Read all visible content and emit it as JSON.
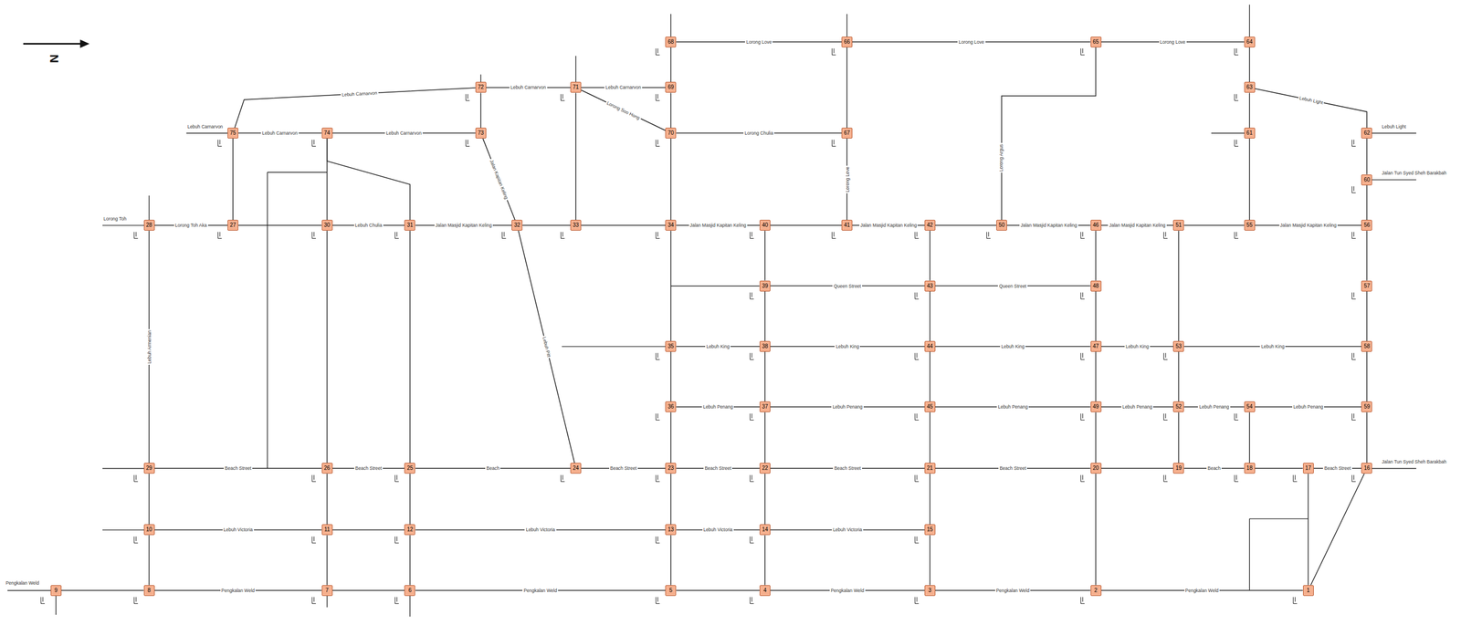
{
  "diagram": {
    "nodes": [
      {
        "text": [
          "68"
        ]
      },
      {
        "text": [
          "66"
        ]
      },
      {
        "text": [
          "65"
        ]
      },
      {
        "text": [
          "64"
        ]
      },
      {
        "text": [
          "72"
        ]
      },
      {
        "text": [
          "71"
        ]
      },
      {
        "text": [
          "69"
        ]
      },
      {
        "text": [
          "63"
        ]
      },
      {
        "text": [
          "75"
        ]
      },
      {
        "text": [
          "74"
        ]
      },
      {
        "text": [
          "73"
        ]
      },
      {
        "text": [
          "70"
        ]
      },
      {
        "text": [
          "67"
        ]
      },
      {
        "text": [
          "61"
        ]
      },
      {
        "text": [
          "62"
        ]
      },
      {
        "text": [
          "60"
        ]
      },
      {
        "text": [
          "28"
        ]
      },
      {
        "text": [
          "27"
        ]
      },
      {
        "text": [
          "30"
        ]
      },
      {
        "text": [
          "31"
        ]
      },
      {
        "text": [
          "32"
        ]
      },
      {
        "text": [
          "33"
        ]
      },
      {
        "text": [
          "34"
        ]
      },
      {
        "text": [
          "40"
        ]
      },
      {
        "text": [
          "41"
        ]
      },
      {
        "text": [
          "42"
        ]
      },
      {
        "text": [
          "50"
        ]
      },
      {
        "text": [
          "46"
        ]
      },
      {
        "text": [
          "51"
        ]
      },
      {
        "text": [
          "55"
        ]
      },
      {
        "text": [
          "56"
        ]
      },
      {
        "text": [
          "39"
        ]
      },
      {
        "text": [
          "43"
        ]
      },
      {
        "text": [
          "48"
        ]
      },
      {
        "text": [
          "57"
        ]
      },
      {
        "text": [
          "35"
        ]
      },
      {
        "text": [
          "38"
        ]
      },
      {
        "text": [
          "44"
        ]
      },
      {
        "text": [
          "47"
        ]
      },
      {
        "text": [
          "53"
        ]
      },
      {
        "text": [
          "58"
        ]
      },
      {
        "text": [
          "36"
        ]
      },
      {
        "text": [
          "37"
        ]
      },
      {
        "text": [
          "45"
        ]
      },
      {
        "text": [
          "49"
        ]
      },
      {
        "text": [
          "52"
        ]
      },
      {
        "text": [
          "54"
        ]
      },
      {
        "text": [
          "59"
        ]
      },
      {
        "text": [
          "29"
        ]
      },
      {
        "text": [
          "26"
        ]
      },
      {
        "text": [
          "25"
        ]
      },
      {
        "text": [
          "24"
        ]
      },
      {
        "text": [
          "23"
        ]
      },
      {
        "text": [
          "22"
        ]
      },
      {
        "text": [
          "21"
        ]
      },
      {
        "text": [
          "20"
        ]
      },
      {
        "text": [
          "19"
        ]
      },
      {
        "text": [
          "18"
        ]
      },
      {
        "text": [
          "17"
        ]
      },
      {
        "text": [
          "16"
        ]
      },
      {
        "text": [
          "10"
        ]
      },
      {
        "text": [
          "11"
        ]
      },
      {
        "text": [
          "12"
        ]
      },
      {
        "text": [
          "13"
        ]
      },
      {
        "text": [
          "14"
        ]
      },
      {
        "text": [
          "15"
        ]
      },
      {
        "text": [
          "9"
        ]
      },
      {
        "text": [
          "8"
        ]
      },
      {
        "text": [
          "7"
        ]
      },
      {
        "text": [
          "6"
        ]
      },
      {
        "text": [
          "5"
        ]
      },
      {
        "text": [
          "4"
        ]
      },
      {
        "text": [
          "3"
        ]
      },
      {
        "text": [
          "2"
        ]
      },
      {
        "text": [
          "1"
        ]
      }
    ],
    "edges": [
      {
        "from": 0,
        "to": 1,
        "arrow": "none",
        "label": "Lorong Love"
      },
      {
        "from": 1,
        "to": 2,
        "arrow": "none",
        "label": "Lorong Love"
      },
      {
        "from": 2,
        "to": 3,
        "arrow": "none",
        "label": "Lorong Love"
      },
      {
        "from": 4,
        "to": 5,
        "arrow": "none",
        "label": "Lebuh Carnarvon"
      },
      {
        "from": 5,
        "to": 6,
        "arrow": "none",
        "label": "Lebuh Carnarvon"
      },
      {
        "from": 7,
        "to": 14,
        "arrow": "none",
        "label": "Lebuh Light"
      },
      {
        "from": 8,
        "to": 4,
        "arrow": "none",
        "label": "Lebuh Carnarvon"
      },
      {
        "from": 8,
        "to": 9,
        "arrow": "none",
        "label": "Lebuh Carnarvon"
      },
      {
        "from": 9,
        "to": 10,
        "arrow": "none",
        "label": "Lebuh Carnarvon"
      },
      {
        "from": 11,
        "to": 12,
        "arrow": "none",
        "label": "Lorong Chulia"
      },
      {
        "from": 5,
        "to": 11,
        "arrow": "none",
        "label": "Lorong Soo Hong"
      },
      {
        "from": 16,
        "to": 17,
        "arrow": "none",
        "label": "Lorong Toh Aka"
      },
      {
        "from": 17,
        "to": 18,
        "arrow": "none"
      },
      {
        "from": 18,
        "to": 19,
        "arrow": "none",
        "label": "Lebuh Chulia"
      },
      {
        "from": 19,
        "to": 20,
        "arrow": "none",
        "label": "Jalan Masjid Kapitan Keling"
      },
      {
        "from": 20,
        "to": 21,
        "arrow": "none"
      },
      {
        "from": 21,
        "to": 22,
        "arrow": "none"
      },
      {
        "from": 22,
        "to": 23,
        "arrow": "none",
        "label": "Jalan Masjid Kapitan Keling"
      },
      {
        "from": 23,
        "to": 24,
        "arrow": "none"
      },
      {
        "from": 24,
        "to": 25,
        "arrow": "none",
        "label": "Jalan Masjid Kapitan Keling"
      },
      {
        "from": 25,
        "to": 26,
        "arrow": "none"
      },
      {
        "from": 26,
        "to": 27,
        "arrow": "none",
        "label": "Jalan Masjid Kapitan Keling"
      },
      {
        "from": 27,
        "to": 28,
        "arrow": "none",
        "label": "Jalan Masjid Kapitan Keling"
      },
      {
        "from": 28,
        "to": 29,
        "arrow": "none"
      },
      {
        "from": 29,
        "to": 30,
        "arrow": "none",
        "label": "Jalan Masjid Kapitan Keling"
      },
      {
        "from": 31,
        "to": 32,
        "arrow": "none",
        "label": "Queen Street"
      },
      {
        "from": 32,
        "to": 33,
        "arrow": "none",
        "label": "Queen Street"
      },
      {
        "from": 35,
        "to": 36,
        "arrow": "none",
        "label": "Lebuh King"
      },
      {
        "from": 36,
        "to": 37,
        "arrow": "none",
        "label": "Lebuh King"
      },
      {
        "from": 37,
        "to": 38,
        "arrow": "none",
        "label": "Lebuh King"
      },
      {
        "from": 38,
        "to": 39,
        "arrow": "none",
        "label": "Lebuh King"
      },
      {
        "from": 39,
        "to": 40,
        "arrow": "none",
        "label": "Lebuh King"
      },
      {
        "from": 41,
        "to": 42,
        "arrow": "none",
        "label": "Lebuh Penang"
      },
      {
        "from": 42,
        "to": 43,
        "arrow": "none",
        "label": "Lebuh Penang"
      },
      {
        "from": 43,
        "to": 44,
        "arrow": "none",
        "label": "Lebuh Penang"
      },
      {
        "from": 44,
        "to": 45,
        "arrow": "none",
        "label": "Lebuh Penang"
      },
      {
        "from": 45,
        "to": 46,
        "arrow": "none",
        "label": "Lebuh Penang"
      },
      {
        "from": 46,
        "to": 47,
        "arrow": "none",
        "label": "Lebuh Penang"
      },
      {
        "from": 48,
        "to": 49,
        "arrow": "none",
        "label": "Beach Street"
      },
      {
        "from": 49,
        "to": 50,
        "arrow": "none",
        "label": "Beach Street"
      },
      {
        "from": 50,
        "to": 51,
        "arrow": "none",
        "label": "Beach"
      },
      {
        "from": 51,
        "to": 52,
        "arrow": "none",
        "label": "Beach Street"
      },
      {
        "from": 52,
        "to": 53,
        "arrow": "none",
        "label": "Beach Street"
      },
      {
        "from": 53,
        "to": 54,
        "arrow": "none",
        "label": "Beach Street"
      },
      {
        "from": 54,
        "to": 55,
        "arrow": "none",
        "label": "Beach Street"
      },
      {
        "from": 55,
        "to": 56,
        "arrow": "none"
      },
      {
        "from": 56,
        "to": 57,
        "arrow": "none",
        "label": "Beach"
      },
      {
        "from": 57,
        "to": 58,
        "arrow": "none"
      },
      {
        "from": 58,
        "to": 59,
        "arrow": "none",
        "label": "Beach Street"
      },
      {
        "from": 60,
        "to": 61,
        "arrow": "none",
        "label": "Lebuh Victoria"
      },
      {
        "from": 61,
        "to": 62,
        "arrow": "none"
      },
      {
        "from": 62,
        "to": 63,
        "arrow": "none",
        "label": "Lebuh Victoria"
      },
      {
        "from": 63,
        "to": 64,
        "arrow": "none",
        "label": "Lebuh Victoria"
      },
      {
        "from": 64,
        "to": 65,
        "arrow": "none",
        "label": "Lebuh Victoria"
      },
      {
        "from": 66,
        "to": 67,
        "arrow": "none"
      },
      {
        "from": 67,
        "to": 68,
        "arrow": "none",
        "label": "Pengkalan Weld"
      },
      {
        "from": 68,
        "to": 69,
        "arrow": "none"
      },
      {
        "from": 69,
        "to": 70,
        "arrow": "none",
        "label": "Pengkalan Weld"
      },
      {
        "from": 70,
        "to": 71,
        "arrow": "none"
      },
      {
        "from": 71,
        "to": 72,
        "arrow": "none",
        "label": "Pengkalan Weld"
      },
      {
        "from": 72,
        "to": 73,
        "arrow": "none",
        "label": "Pengkalan Weld"
      },
      {
        "from": 73,
        "to": 74,
        "arrow": "none",
        "label": "Pengkalan Weld"
      },
      {
        "from": 16,
        "to": 48,
        "arrow": "none",
        "label": "Lebuh Armenian"
      },
      {
        "from": 48,
        "to": 60,
        "arrow": "none"
      },
      {
        "from": 60,
        "to": 67,
        "arrow": "none"
      },
      {
        "from": 8,
        "to": 17,
        "arrow": "none"
      },
      {
        "from": 9,
        "to": 18,
        "arrow": "none"
      },
      {
        "from": 18,
        "to": 49,
        "arrow": "none"
      },
      {
        "from": 49,
        "to": 61,
        "arrow": "none"
      },
      {
        "from": 61,
        "to": 68,
        "arrow": "none"
      },
      {
        "from": 9,
        "to": 19,
        "arrow": "none"
      },
      {
        "from": 19,
        "to": 50,
        "arrow": "none"
      },
      {
        "from": 50,
        "to": 62,
        "arrow": "none"
      },
      {
        "from": 62,
        "to": 69,
        "arrow": "none"
      },
      {
        "from": 4,
        "to": 10,
        "arrow": "none"
      },
      {
        "from": 5,
        "to": 21,
        "arrow": "none"
      },
      {
        "from": 0,
        "to": 6,
        "arrow": "none"
      },
      {
        "from": 6,
        "to": 11,
        "arrow": "none"
      },
      {
        "from": 11,
        "to": 22,
        "arrow": "none"
      },
      {
        "from": 22,
        "to": 35,
        "arrow": "none"
      },
      {
        "from": 35,
        "to": 41,
        "arrow": "none"
      },
      {
        "from": 41,
        "to": 52,
        "arrow": "none"
      },
      {
        "from": 52,
        "to": 63,
        "arrow": "none"
      },
      {
        "from": 63,
        "to": 70,
        "arrow": "none"
      },
      {
        "from": 23,
        "to": 31,
        "arrow": "none"
      },
      {
        "from": 31,
        "to": 36,
        "arrow": "none"
      },
      {
        "from": 36,
        "to": 42,
        "arrow": "none"
      },
      {
        "from": 42,
        "to": 53,
        "arrow": "none"
      },
      {
        "from": 53,
        "to": 64,
        "arrow": "none"
      },
      {
        "from": 64,
        "to": 71,
        "arrow": "none"
      },
      {
        "from": 1,
        "to": 12,
        "arrow": "none"
      },
      {
        "from": 12,
        "to": 24,
        "arrow": "none",
        "label": "Lorong Love"
      },
      {
        "from": 25,
        "to": 32,
        "arrow": "none"
      },
      {
        "from": 32,
        "to": 37,
        "arrow": "none"
      },
      {
        "from": 37,
        "to": 43,
        "arrow": "none"
      },
      {
        "from": 43,
        "to": 54,
        "arrow": "none"
      },
      {
        "from": 54,
        "to": 65,
        "arrow": "none"
      },
      {
        "from": 65,
        "to": 72,
        "arrow": "none"
      },
      {
        "from": 27,
        "to": 33,
        "arrow": "none"
      },
      {
        "from": 33,
        "to": 38,
        "arrow": "none"
      },
      {
        "from": 38,
        "to": 44,
        "arrow": "none"
      },
      {
        "from": 44,
        "to": 55,
        "arrow": "none"
      },
      {
        "from": 55,
        "to": 73,
        "arrow": "none"
      },
      {
        "from": 28,
        "to": 39,
        "arrow": "none"
      },
      {
        "from": 39,
        "to": 45,
        "arrow": "none"
      },
      {
        "from": 45,
        "to": 56,
        "arrow": "none"
      },
      {
        "from": 3,
        "to": 7,
        "arrow": "none"
      },
      {
        "from": 7,
        "to": 13,
        "arrow": "none"
      },
      {
        "from": 13,
        "to": 29,
        "arrow": "none"
      },
      {
        "from": 46,
        "to": 57,
        "arrow": "none"
      },
      {
        "from": 58,
        "to": 74,
        "arrow": "none"
      },
      {
        "from": 14,
        "to": 15,
        "arrow": "none"
      },
      {
        "from": 15,
        "to": 30,
        "arrow": "none"
      },
      {
        "from": 30,
        "to": 34,
        "arrow": "none"
      },
      {
        "from": 34,
        "to": 40,
        "arrow": "none"
      },
      {
        "from": 40,
        "to": 47,
        "arrow": "none"
      },
      {
        "from": 47,
        "to": 59,
        "arrow": "none"
      },
      {
        "from": 59,
        "to": 74,
        "arrow": "none"
      },
      {
        "from": 10,
        "to": 20,
        "arrow": "none",
        "label": "Jalan Kapitan Keling"
      },
      {
        "from": 20,
        "to": 51,
        "arrow": "none",
        "label": "Lebuh Pitt"
      },
      {
        "from": 2,
        "to": 26,
        "arrow": "none",
        "label": "Lorong Argus"
      }
    ],
    "labels": [
      "N",
      "Pengkalan Weld",
      "Lebuh Carnarvon",
      "Lorong Toh",
      "Lebuh Light",
      "Jalan Tun Syed Sheh Barakbah",
      "Jalan Tun Syed Sheh Barakbah"
    ]
  }
}
